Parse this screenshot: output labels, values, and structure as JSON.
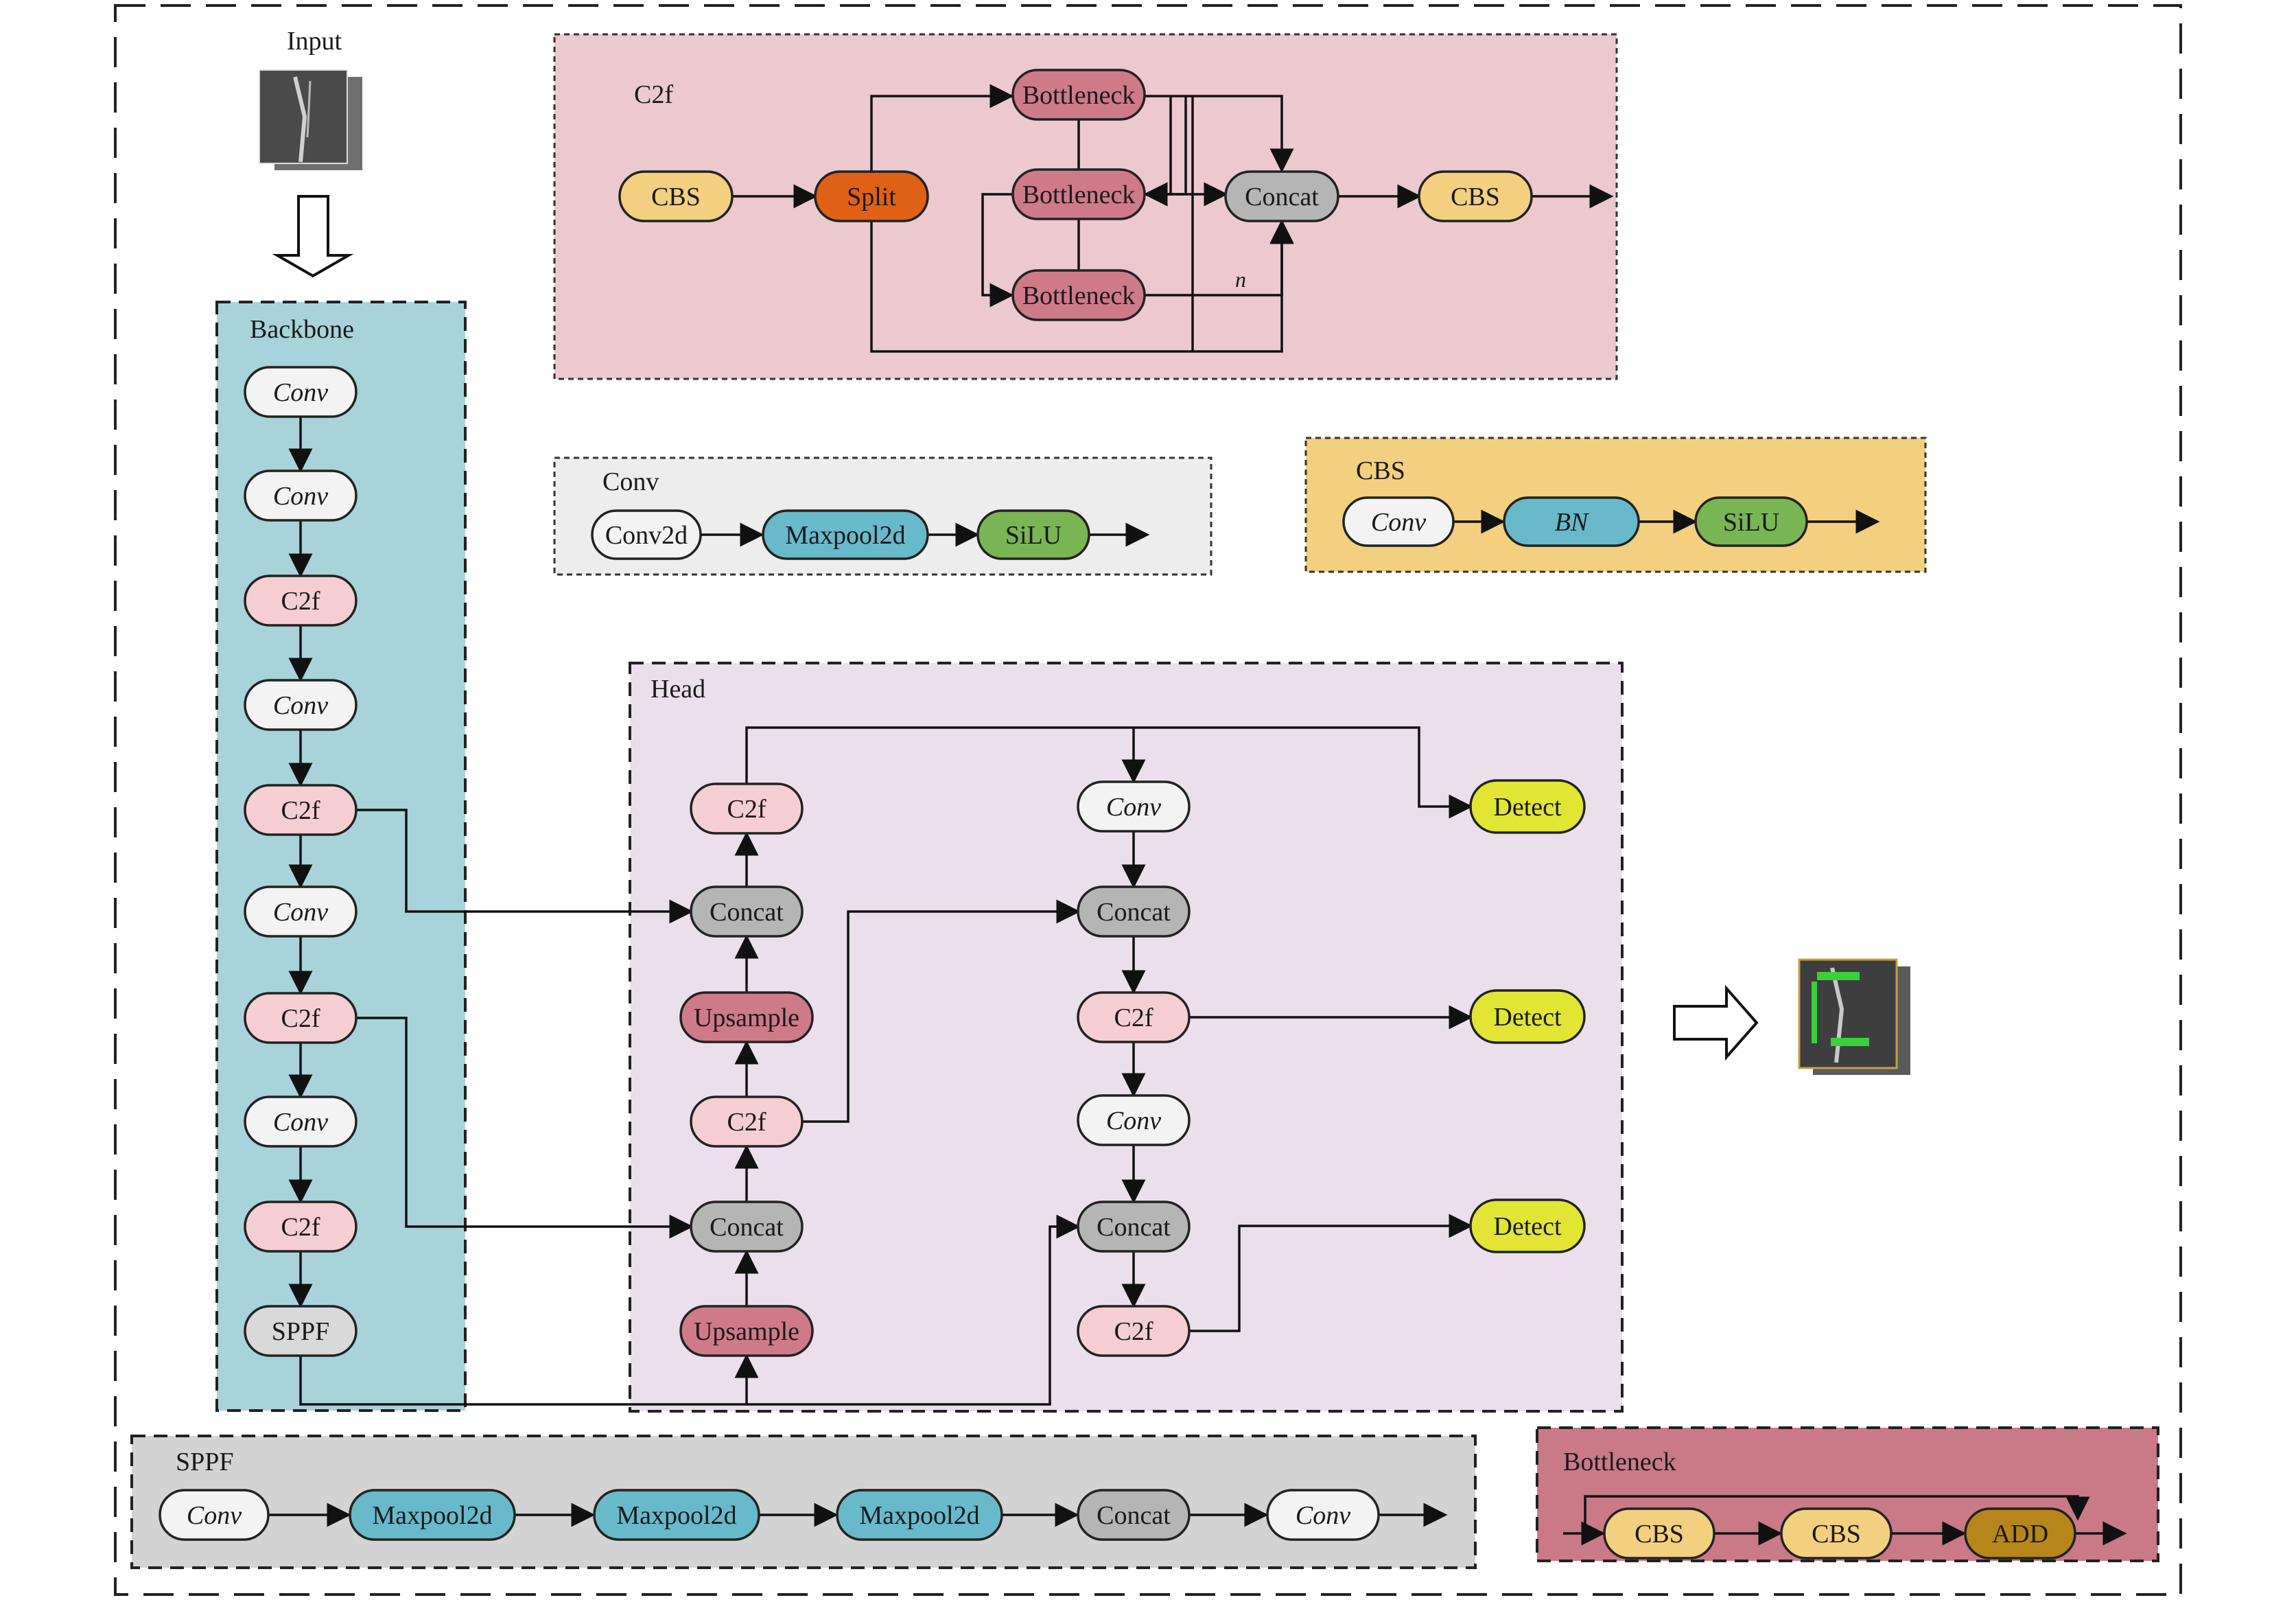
{
  "input": {
    "label": "Input"
  },
  "groups": {
    "backbone": "Backbone",
    "head": "Head",
    "c2f": "C2f",
    "conv": "Conv",
    "cbs": "CBS",
    "sppf": "SPPF",
    "bottleneck": "Bottleneck"
  },
  "backbone_nodes": [
    "Conv",
    "Conv",
    "C2f",
    "Conv",
    "C2f",
    "Conv",
    "C2f",
    "Conv",
    "C2f",
    "SPPF"
  ],
  "head": {
    "left_col": [
      "C2f",
      "Concat",
      "Upsample",
      "C2f",
      "Concat",
      "Upsample"
    ],
    "right_col": [
      "Conv",
      "Concat",
      "C2f",
      "Conv",
      "Concat",
      "C2f"
    ],
    "detect": [
      "Detect",
      "Detect",
      "Detect"
    ]
  },
  "c2f_block": {
    "in": "CBS",
    "split": "Split",
    "bottlenecks": [
      "Bottleneck",
      "Bottleneck",
      "Bottleneck"
    ],
    "concat": "Concat",
    "out": "CBS",
    "repeat": "n"
  },
  "conv_block": [
    "Conv2d",
    "Maxpool2d",
    "SiLU"
  ],
  "cbs_block": [
    "Conv",
    "BN",
    "SiLU"
  ],
  "sppf_block": [
    "Conv",
    "Maxpool2d",
    "Maxpool2d",
    "Maxpool2d",
    "Concat",
    "Conv"
  ],
  "bottleneck_block": [
    "CBS",
    "CBS",
    "ADD"
  ],
  "colors": {
    "backbone_bg": "#a8d3db",
    "head_bg": "#ecdfec",
    "c2f_bg": "#ebc9cf",
    "conv_bg": "#ededed",
    "cbs_bg": "#f2d07f",
    "sppf_bg": "#d3d3d3",
    "bottleneck_bg": "#c97a86",
    "node_white": "#f3f3f3",
    "node_pink": "#f5ced3",
    "node_gray": "#b5b5b5",
    "node_rose": "#cf7a88",
    "node_yellow": "#f2d07f",
    "node_orange": "#e06015",
    "node_teal": "#68b9c9",
    "node_green": "#7ab553",
    "node_lime": "#e2e534",
    "node_brown": "#b6861b",
    "node_sppf": "#d9d9d9"
  }
}
